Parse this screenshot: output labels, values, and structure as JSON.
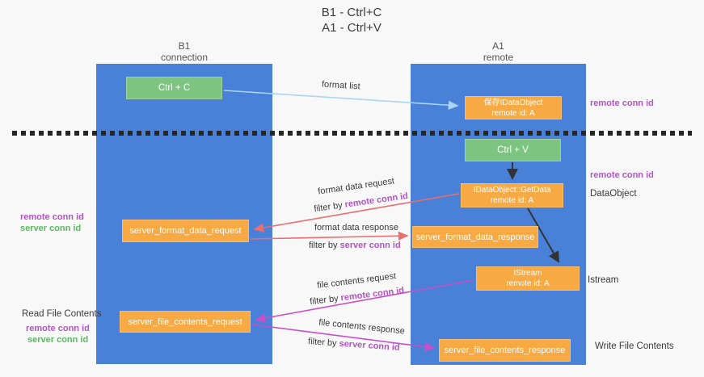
{
  "title": {
    "line1": "B1 - Ctrl+C",
    "line2": "A1 - Ctrl+V"
  },
  "columns": {
    "left": {
      "header_line1": "B1",
      "header_line2": "connection"
    },
    "right": {
      "header_line1": "A1",
      "header_line2": "remote"
    }
  },
  "boxes": {
    "ctrl_c": "Ctrl + C",
    "ctrl_v": "Ctrl + V",
    "save_dataobject_line1": "保存IDataObject",
    "save_dataobject_line2": "remote id: A",
    "getdata_line1": "IDataObject::GetData",
    "getdata_line2": "remote id: A",
    "istream_line1": "IStream",
    "istream_line2": "remote id: A",
    "format_request": "server_format_data_request",
    "format_response": "server_format_data_response",
    "file_request": "server_file_contents_request",
    "file_response": "server_file_contents_response"
  },
  "arrow_labels": {
    "format_list": "format list",
    "format_data_request": "format data request",
    "format_data_request_filter_prefix": "filter by ",
    "format_data_request_filter_key": "remote conn id",
    "format_data_response": "format data response",
    "format_data_response_filter_prefix": "filter by ",
    "format_data_response_filter_key": "server conn id",
    "file_contents_request": "file contents request",
    "file_contents_request_filter_prefix": "filter by ",
    "file_contents_request_filter_key": "remote conn id",
    "file_contents_response": "file contents response",
    "file_contents_response_filter_prefix": "filter by ",
    "file_contents_response_filter_key": "server conn id"
  },
  "side_labels": {
    "right_remote_conn_top": "remote conn id",
    "right_remote_conn_mid": "remote conn id",
    "dataobject": "DataObject",
    "istream": "Istream",
    "write_file_contents": "Write File Contents",
    "left_remote_conn_mid": "remote conn id",
    "left_server_conn_mid": "server conn id",
    "read_file_contents": "Read File Contents",
    "left_remote_conn_bottom": "remote conn id",
    "left_server_conn_bottom": "server conn id"
  },
  "colors": {
    "column_blue": "#4a81d8",
    "box_orange": "#f7a943",
    "box_green": "#7cc47f",
    "arrow_light_blue": "#a9d4f2",
    "arrow_red": "#e96e6e",
    "arrow_magenta": "#c94fc9",
    "arrow_black": "#333333",
    "label_purple": "#b055c0",
    "label_green": "#5cb860",
    "background": "#f8f8f9"
  }
}
